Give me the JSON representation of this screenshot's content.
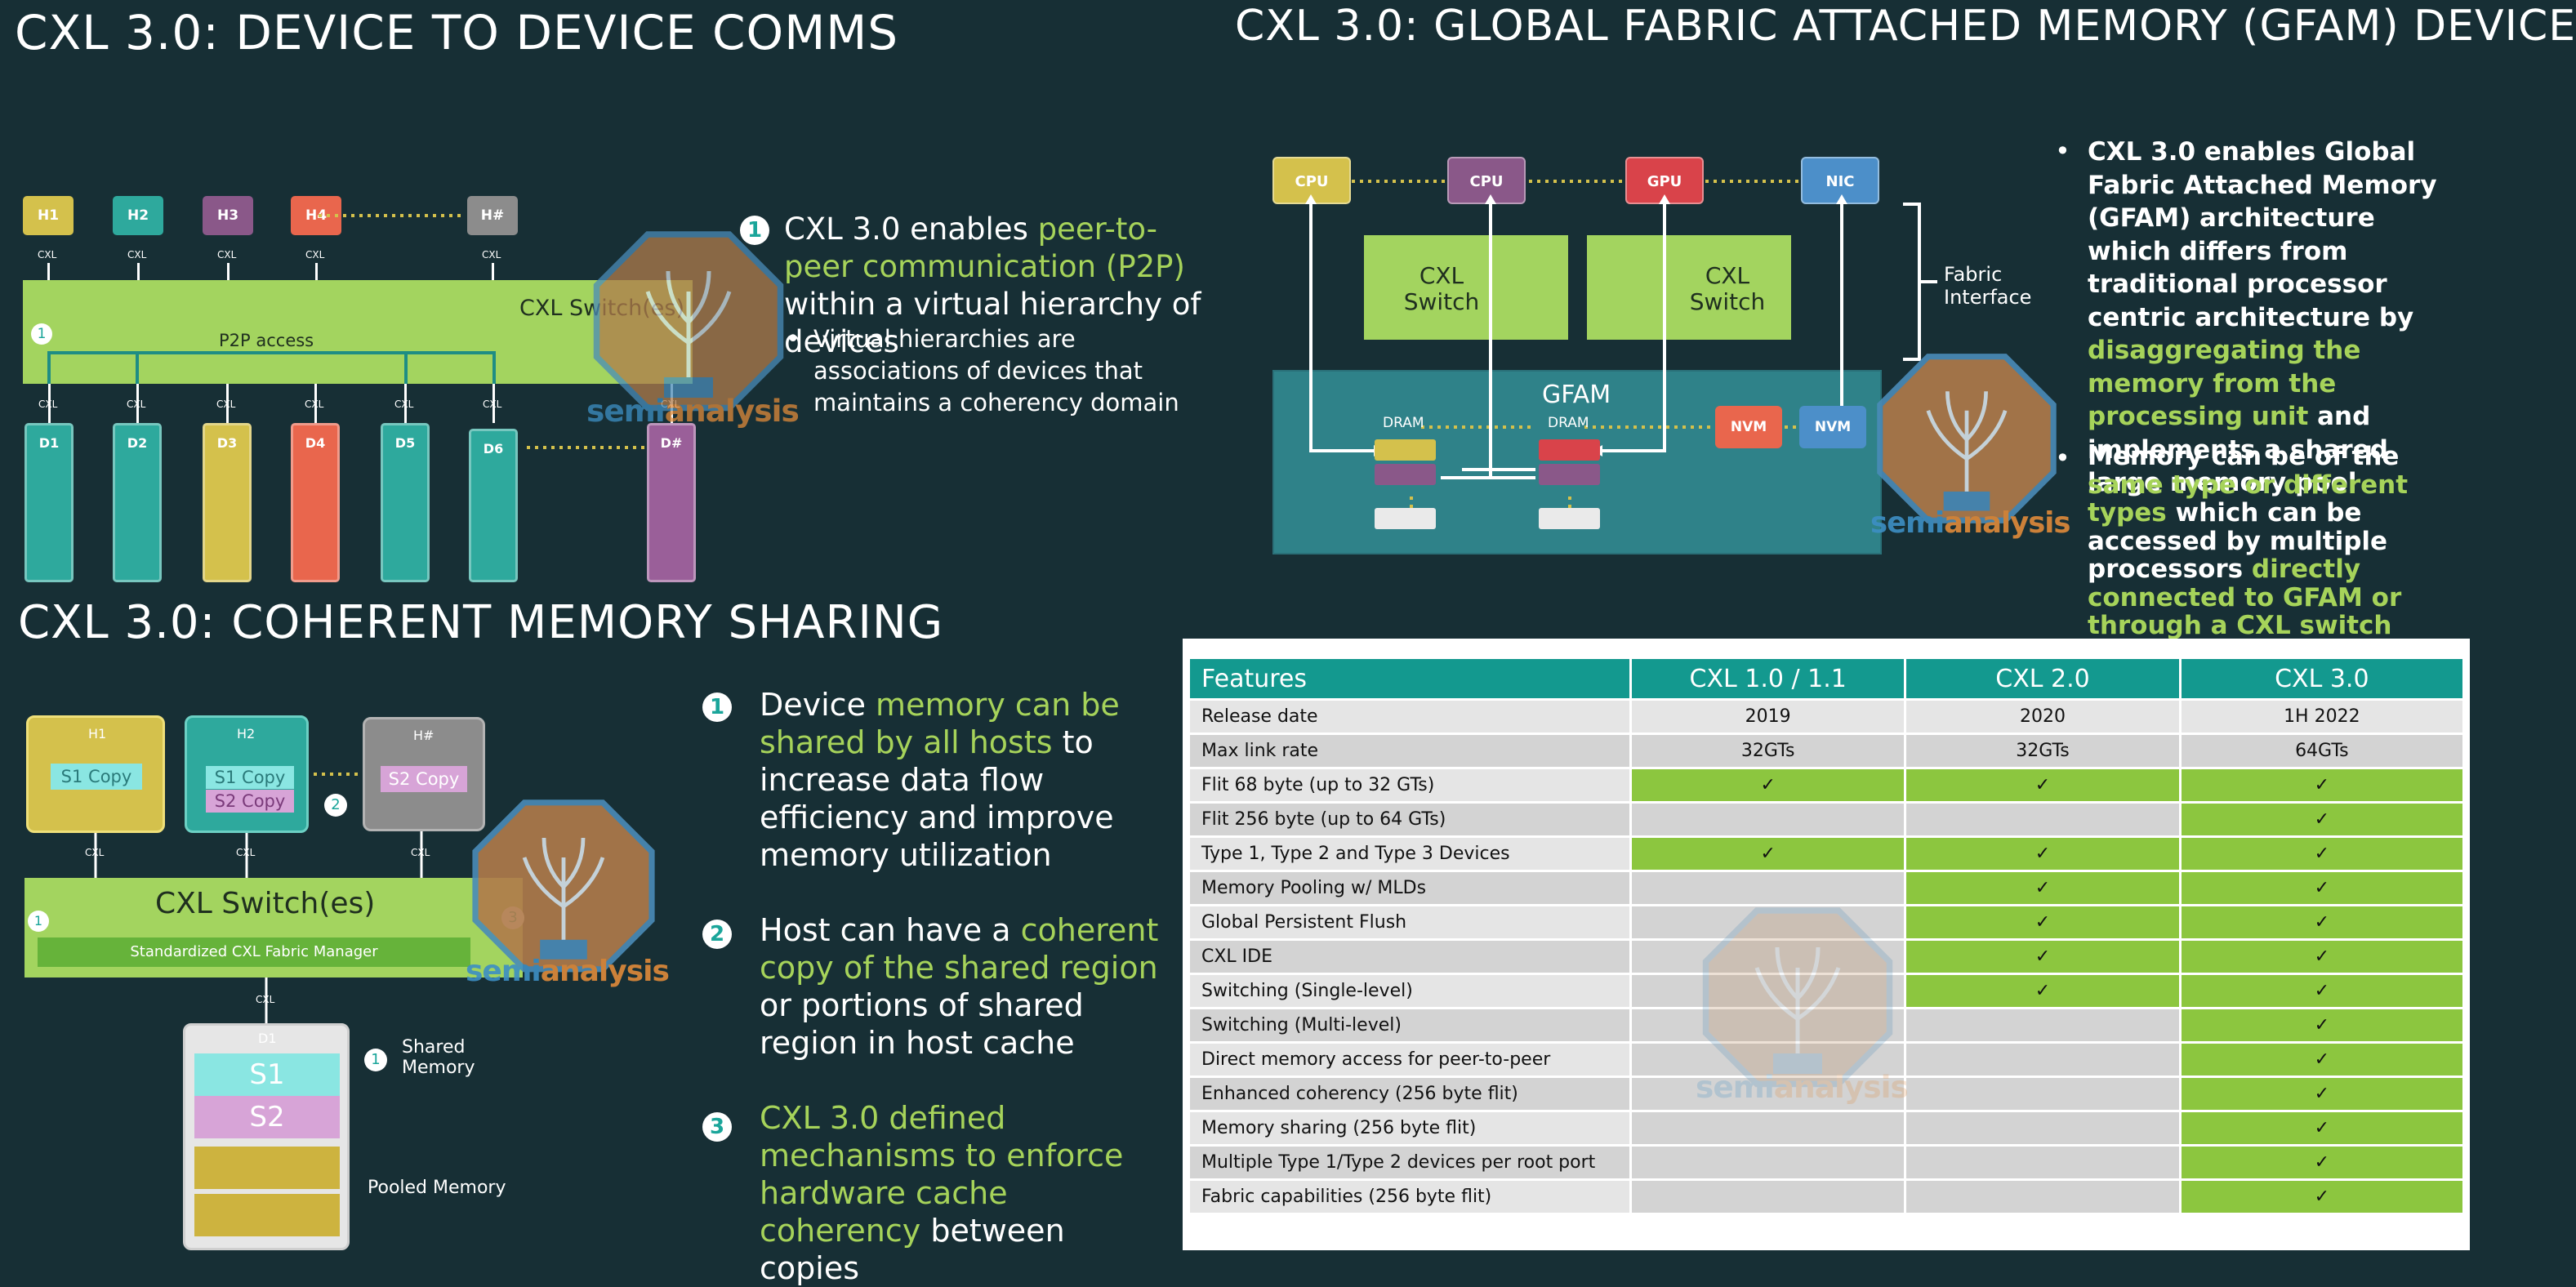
{
  "d2d": {
    "title": "CXL 3.0: DEVICE TO DEVICE COMMS",
    "hosts": [
      "H1",
      "H2",
      "H3",
      "H4",
      "H#"
    ],
    "host_colors": [
      "#d4c14c",
      "#2ea99d",
      "#8a5889",
      "#e9664d",
      "#8c8c8c"
    ],
    "devices": [
      "D1",
      "D2",
      "D3",
      "D4",
      "D5",
      "D6",
      "D#"
    ],
    "device_colors": [
      "#2ea99d",
      "#2ea99d",
      "#d4c14c",
      "#e9664d",
      "#2ea99d",
      "#2ea99d",
      "#9a5f99"
    ],
    "cxl_label": "CXL",
    "switch_label": "CXL Switch(es)",
    "p2p_label": "P2P access",
    "marker": "1",
    "point_num": "1",
    "point_a": "CXL 3.0 enables ",
    "point_b": "peer-to-peer communication (P2P)",
    "point_c": " within a virtual hierarchy of devices",
    "sub_point": "Virtual hierarchies are associations of devices that maintains a coherency domain"
  },
  "gfam": {
    "title": "CXL 3.0: GLOBAL FABRIC ATTACHED MEMORY (GFAM) DEVICE",
    "top_nodes": [
      "CPU",
      "CPU",
      "GPU",
      "NIC"
    ],
    "top_colors": [
      "#d4c14c",
      "#8a5889",
      "#d9434a",
      "#4c8fc9"
    ],
    "switch1": "CXL Switch",
    "switch2": "CXL Switch",
    "fabric_interface": "Fabric Interface",
    "gfam_label": "GFAM",
    "dram1": "DRAM",
    "dram2": "DRAM",
    "nvm1": "NVM",
    "nvm2": "NVM",
    "b1_a": "CXL 3.0 enables Global Fabric Attached Memory (GFAM) architecture which differs from traditional processor centric architecture by ",
    "b1_b": "disaggregating the memory from the processing unit",
    "b1_c": " and implements a shared large memory pool",
    "b2_a": "Memory can be of the ",
    "b2_b": "same type or different types",
    "b2_c": " which can be accessed by multiple processors ",
    "b2_d": "directly connected to GFAM or through a CXL switch"
  },
  "cms": {
    "title": "CXL 3.0: COHERENT MEMORY SHARING",
    "h1": "H1",
    "h2": "H2",
    "h3": "H#",
    "s1_copy": "S1 Copy",
    "s1_copy2": "S1 Copy",
    "s2_copy": "S2 Copy",
    "s2_copy2": "S2 Copy",
    "cxl_label": "CXL",
    "switch_label": "CXL Switch(es)",
    "fabric_manager": "Standardized CXL Fabric Manager",
    "d1": "D1",
    "s1": "S1",
    "s2": "S2",
    "shared_memory": "Shared Memory",
    "pooled_memory": "Pooled Memory",
    "m1": "1",
    "m2": "2",
    "m3": "3",
    "p1_a": "Device ",
    "p1_b": "memory can be shared by all hosts",
    "p1_c": " to increase data flow efficiency and improve memory utilization",
    "p2_a": "Host can have a ",
    "p2_b": "coherent copy of the shared region",
    "p2_c": " or portions of shared region in host cache",
    "p3_a": "CXL 3.0 defined mechanisms to enforce hardware cache coherency",
    "p3_b": " between copies"
  },
  "watermark": {
    "brand_a": "semi",
    "brand_b": "analysis"
  },
  "table": {
    "headers": [
      "Features",
      "CXL 1.0 / 1.1",
      "CXL 2.0",
      "CXL 3.0"
    ],
    "check": "✓",
    "rows": [
      {
        "feature": "Release date",
        "v1": "2019",
        "v2": "2020",
        "v3": "1H 2022"
      },
      {
        "feature": "Max link rate",
        "v1": "32GTs",
        "v2": "32GTs",
        "v3": "64GTs"
      },
      {
        "feature": "Flit 68 byte (up to 32 GTs)",
        "c1": true,
        "c2": true,
        "c3": true
      },
      {
        "feature": "Flit 256 byte (up to 64 GTs)",
        "c1": false,
        "c2": false,
        "c3": true
      },
      {
        "feature": "Type 1, Type 2 and Type 3 Devices",
        "c1": true,
        "c2": true,
        "c3": true
      },
      {
        "feature": "Memory Pooling w/ MLDs",
        "c1": false,
        "c2": true,
        "c3": true
      },
      {
        "feature": "Global Persistent Flush",
        "c1": false,
        "c2": true,
        "c3": true
      },
      {
        "feature": "CXL IDE",
        "c1": false,
        "c2": true,
        "c3": true
      },
      {
        "feature": "Switching (Single-level)",
        "c1": false,
        "c2": true,
        "c3": true
      },
      {
        "feature": "Switching (Multi-level)",
        "c1": false,
        "c2": false,
        "c3": true
      },
      {
        "feature": "Direct memory access for peer-to-peer",
        "c1": false,
        "c2": false,
        "c3": true
      },
      {
        "feature": "Enhanced coherency (256 byte flit)",
        "c1": false,
        "c2": false,
        "c3": true
      },
      {
        "feature": "Memory sharing (256 byte flit)",
        "c1": false,
        "c2": false,
        "c3": true
      },
      {
        "feature": "Multiple Type 1/Type 2 devices per root port",
        "c1": false,
        "c2": false,
        "c3": true
      },
      {
        "feature": "Fabric capabilities (256 byte flit)",
        "c1": false,
        "c2": false,
        "c3": true
      }
    ]
  },
  "colors": {
    "bg": "#172f35",
    "green_text": "#a6d35a",
    "table_header": "#13998f",
    "check_green": "#8cc63f"
  }
}
